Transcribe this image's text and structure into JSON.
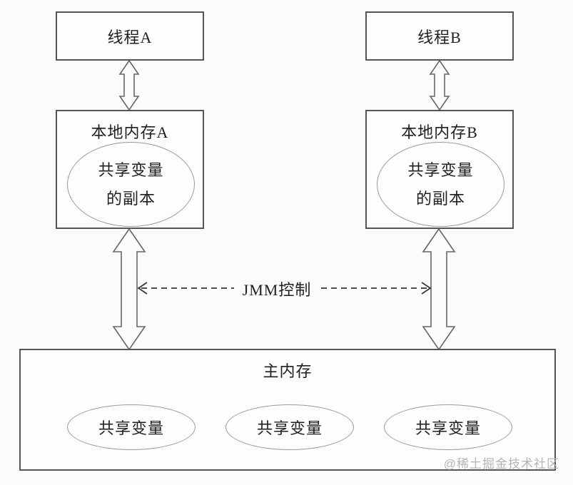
{
  "diagram": {
    "thread_a": "线程A",
    "thread_b": "线程B",
    "local_memory_a": "本地内存A",
    "local_memory_b": "本地内存B",
    "shared_copy_line1": "共享变量",
    "shared_copy_line2": "的副本",
    "jmm_label": "JMM控制",
    "main_memory": "主内存",
    "shared_vars": [
      "共享变量",
      "共享变量",
      "共享变量"
    ],
    "watermark": "@稀土掘金技术社区",
    "colors": {
      "box_border": "#555555",
      "ellipse_border": "#9b9b9b",
      "arrow_outline": "#666666",
      "dashed_arrow": "#333333",
      "text": "#1f1f1f",
      "watermark": "#b5b5b5",
      "background": "#fbfbfb"
    }
  }
}
